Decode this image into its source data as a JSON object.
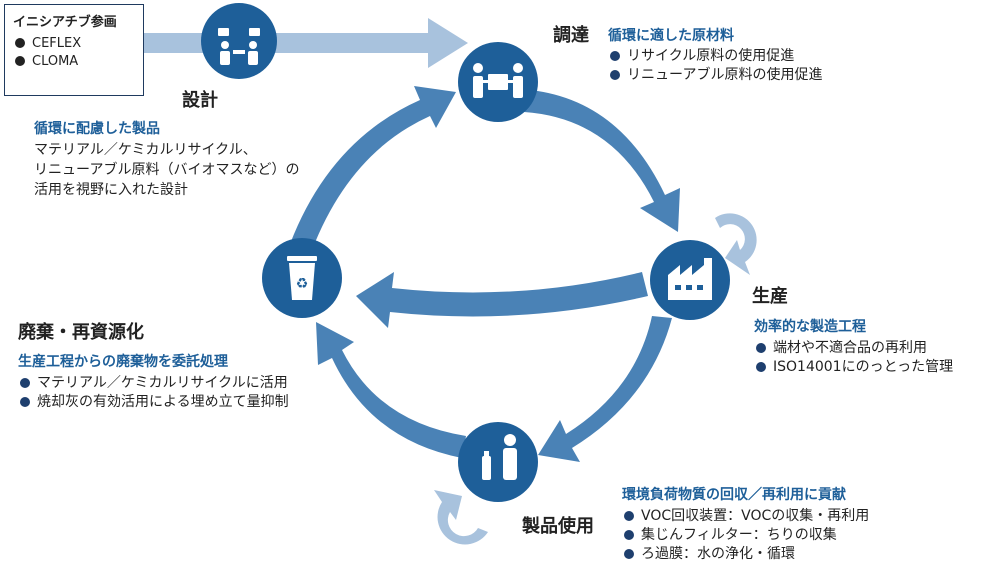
{
  "colors": {
    "accent": "#1e5f99",
    "arrow": "#4a82b6",
    "arrow_light": "#a8c2dd",
    "node": "#1e5f99",
    "bullet": "#1e3f6e"
  },
  "initiative_box": {
    "title": "イニシアチブ参画",
    "items": [
      "CEFLEX",
      "CLOMA"
    ]
  },
  "stages": {
    "design": {
      "label": "設計",
      "icon": "meeting-people-icon",
      "heading": "循環に配慮した製品",
      "lines": [
        "マテリアル／ケミカルリサイクル、",
        "リニューアブル原料（バイオマスなど）の",
        "活用を視野に入れた設計"
      ]
    },
    "procurement": {
      "label": "調達",
      "icon": "handover-box-icon",
      "heading": "循環に適した原材料",
      "bullets": [
        "リサイクル原料の使用促進",
        "リニューアブル原料の使用促進"
      ]
    },
    "production": {
      "label": "生産",
      "icon": "factory-icon",
      "heading": "効率的な製造工程",
      "bullets": [
        "端材や不適合品の再利用",
        "ISO14001にのっとった管理"
      ]
    },
    "use": {
      "label": "製品使用",
      "icon": "person-bottle-icon",
      "heading": "環境負荷物質の回収／再利用に貢献",
      "bullets": [
        "VOC回収装置：VOCの収集・再利用",
        "集じんフィルター：ちりの収集",
        "ろ過膜：水の浄化・循環"
      ]
    },
    "disposal": {
      "label": "廃棄・再資源化",
      "icon": "recycle-bin-icon",
      "heading": "生産工程からの廃棄物を委託処理",
      "bullets": [
        "マテリアル／ケミカルリサイクルに活用",
        "焼却灰の有効活用による埋め立て量抑制"
      ]
    }
  }
}
